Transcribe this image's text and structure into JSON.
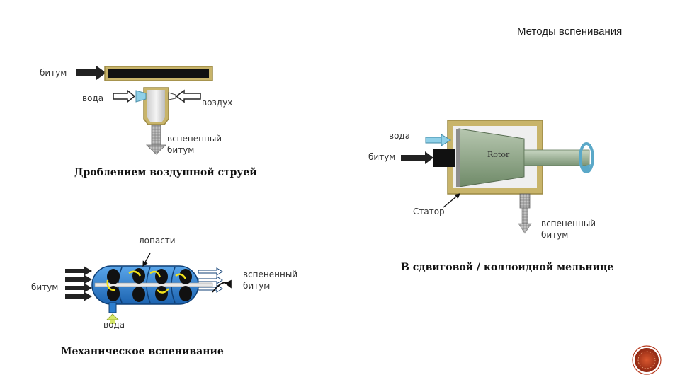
{
  "slide": {
    "title": "Методы вспенивания"
  },
  "air_jet": {
    "bitumen_label": "битум",
    "water_label": "вода",
    "air_label": "воздух",
    "foamed_label_line1": "вспененный",
    "foamed_label_line2": "битум",
    "caption": "Дроблением воздушной струей"
  },
  "colloid_mill": {
    "water_label": "вода",
    "bitumen_label": "битум",
    "rotor_label": "Rotor",
    "stator_label": "Статор",
    "foamed_label_line1": "вспененный",
    "foamed_label_line2": "битум",
    "caption": "В сдвиговой / коллоидной мельнице"
  },
  "mechanical": {
    "blades_label": "лопасти",
    "bitumen_label": "битум",
    "water_label": "вода",
    "foamed_label_line1": "вспененный",
    "foamed_label_line2": "битум",
    "caption": "Механическое вспенивание"
  },
  "colors": {
    "housing_tan": "#c8b46a",
    "bitumen_black": "#111111",
    "air_blue": "#8fd0e8",
    "rotor_green": "#8fa886",
    "mixer_blue": "#2d7fd0",
    "foam_grey": "#9a9a9a",
    "logo_red": "#b83a1e"
  },
  "icons": {
    "logo": "circular-emblem"
  }
}
